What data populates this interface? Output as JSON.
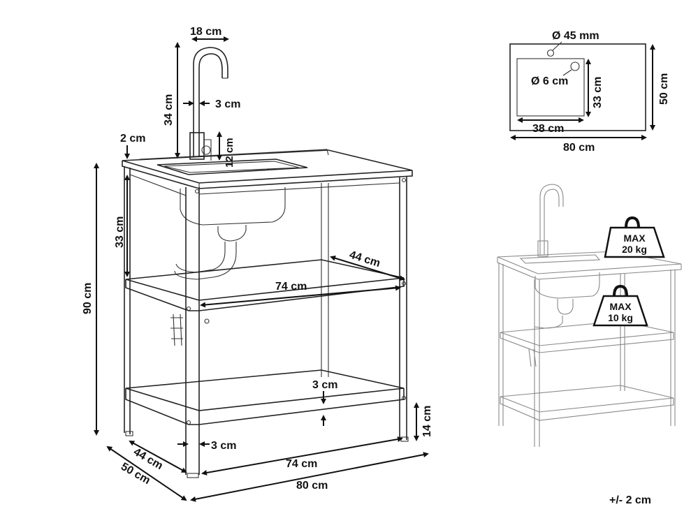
{
  "main_view": {
    "faucet_width": "18 cm",
    "faucet_height": "34 cm",
    "faucet_pipe": "3 cm",
    "faucet_base": "12 cm",
    "top_thickness": "2 cm",
    "basin_depth": "33 cm",
    "total_height": "90 cm",
    "shelf_depth": "44 cm",
    "shelf_width": "74 cm",
    "shelf_thickness": "3 cm",
    "bottom_clearance": "14 cm",
    "leg_width": "3 cm",
    "inner_depth": "44 cm",
    "outer_depth": "50 cm",
    "inner_width": "74 cm",
    "outer_width": "80 cm"
  },
  "top_view": {
    "tap_hole": "Ø 45 mm",
    "drain_hole": "Ø 6 cm",
    "basin_depth": "33 cm",
    "basin_width": "38 cm",
    "total_depth": "50 cm",
    "total_width": "80 cm"
  },
  "load_view": {
    "top_weight_line1": "MAX",
    "top_weight_line2": "20 kg",
    "shelf_weight_line1": "MAX",
    "shelf_weight_line2": "10 kg"
  },
  "tolerance": "+/- 2 cm"
}
